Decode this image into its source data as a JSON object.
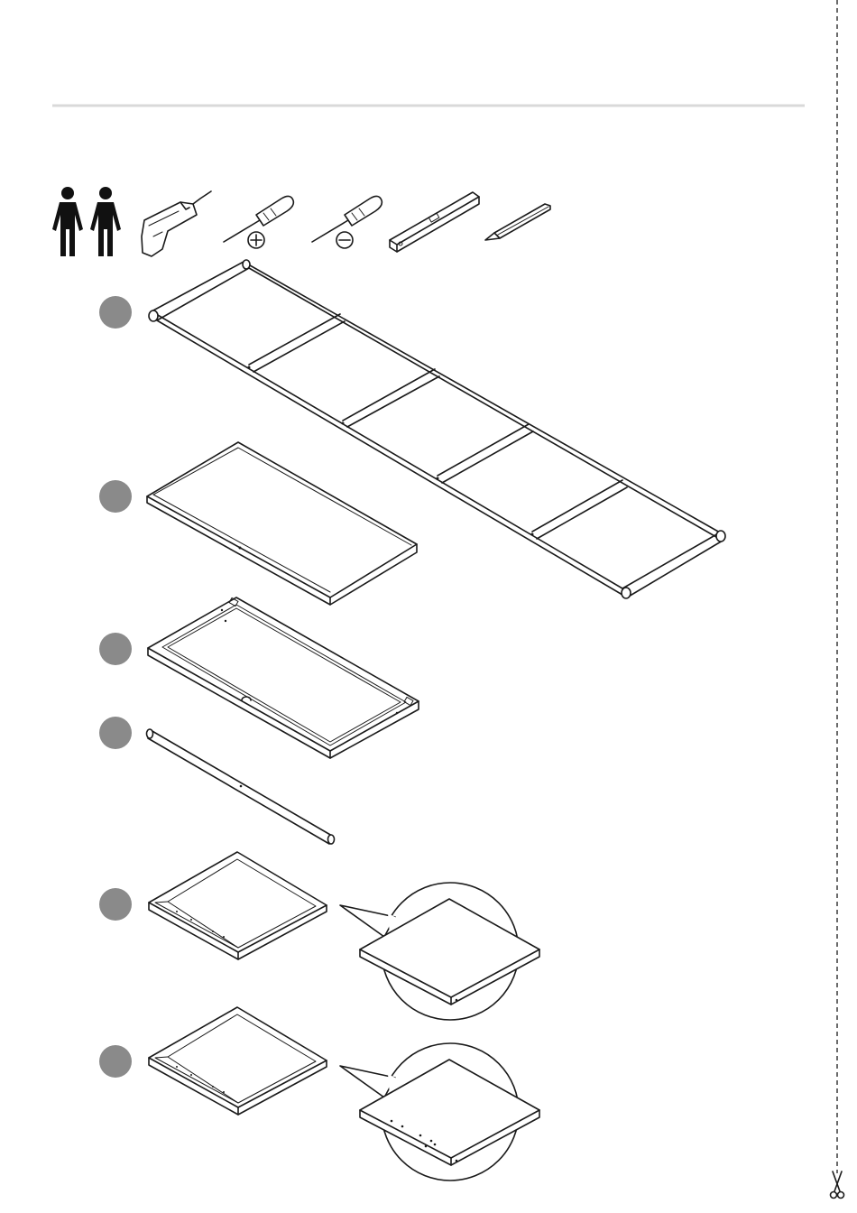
{
  "page": {
    "background": "#ffffff",
    "line_color": "#1a1a1a",
    "rule_color": "#d9d9d9",
    "badge_color": "#8a8a8a"
  },
  "header": {
    "people_count": 2,
    "tools": [
      {
        "icon": "power-drill-icon"
      },
      {
        "icon": "phillips-screwdriver-icon"
      },
      {
        "icon": "flathead-screwdriver-icon"
      },
      {
        "icon": "spirit-level-icon"
      },
      {
        "icon": "pencil-icon"
      }
    ]
  },
  "parts": [
    {
      "icon": "ladder-frame-icon"
    },
    {
      "icon": "flat-panel-icon"
    },
    {
      "icon": "framed-panel-icon"
    },
    {
      "icon": "rod-icon"
    },
    {
      "icon": "small-panel-icon",
      "detail": "smooth"
    },
    {
      "icon": "small-panel-icon",
      "detail": "holes"
    }
  ],
  "cut_line": {
    "icon": "scissors-icon"
  }
}
